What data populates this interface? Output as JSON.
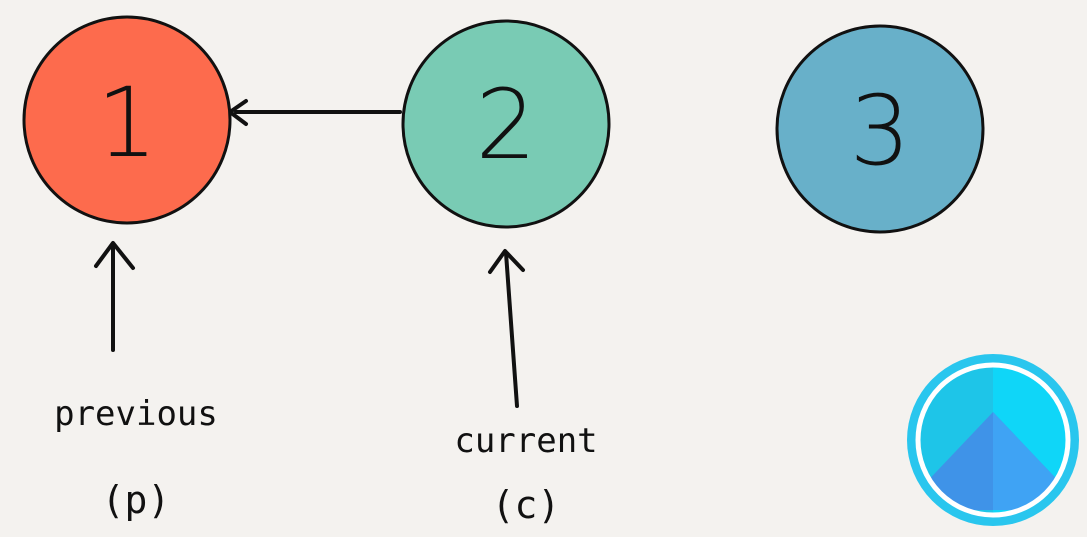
{
  "nodes": [
    {
      "label": "1",
      "color": "#fd6b4d"
    },
    {
      "label": "2",
      "color": "#79cbb4"
    },
    {
      "label": "3",
      "color": "#68b0c9"
    }
  ],
  "pointers": {
    "previous": {
      "label": "previous",
      "abbr": "(p)"
    },
    "current": {
      "label": "current",
      "abbr": "(c)"
    }
  },
  "colors": {
    "background": "#f4f2ef",
    "stroke": "#111111"
  },
  "icons": {
    "logo": "circular-logo-icon"
  }
}
